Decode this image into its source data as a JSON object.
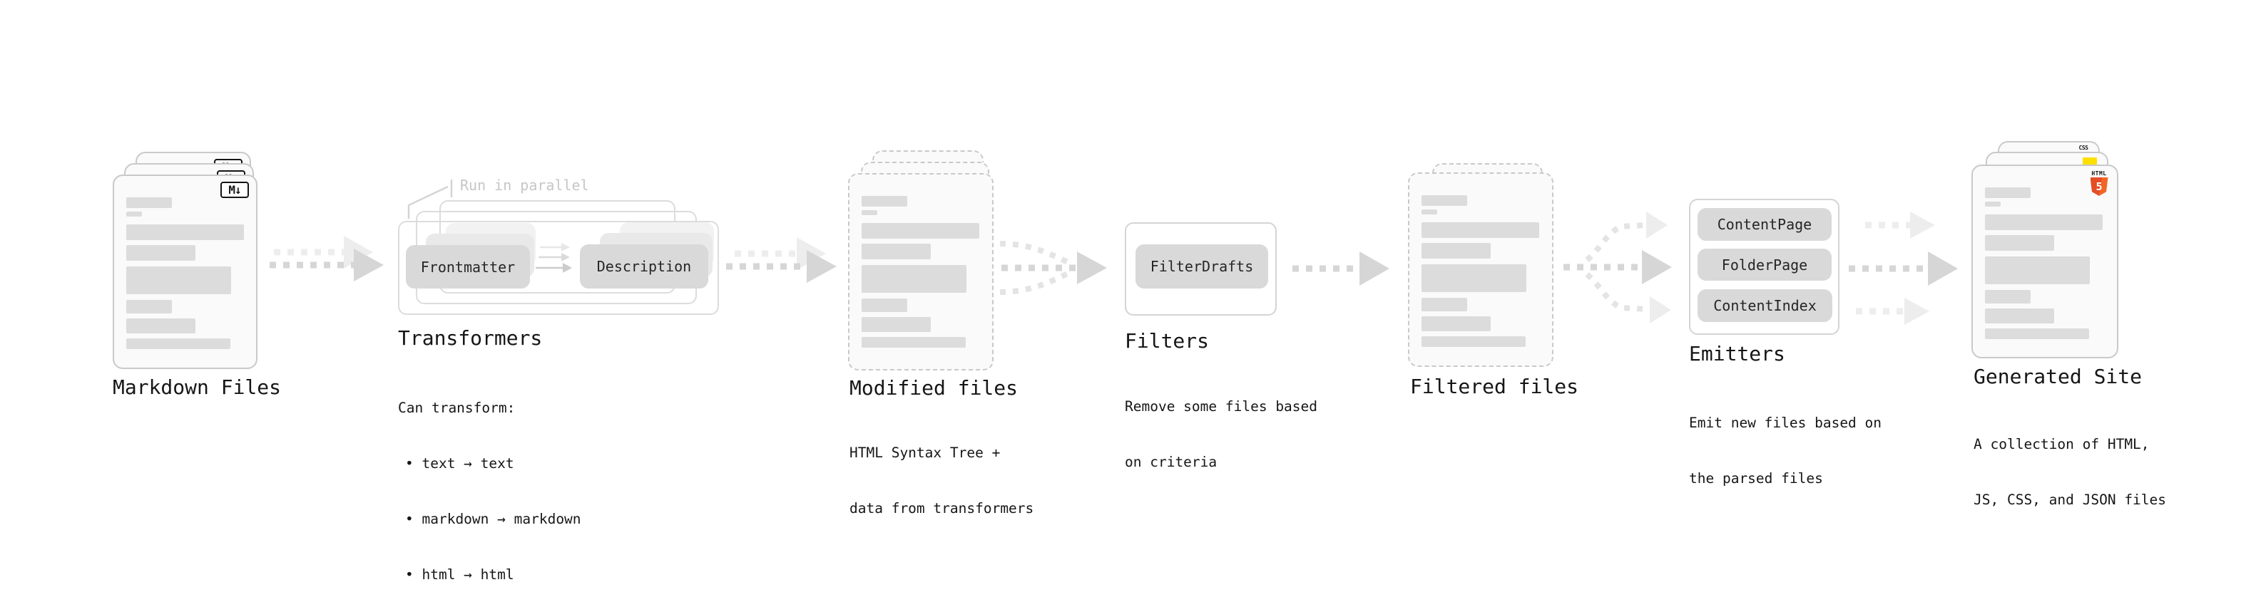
{
  "diagram": {
    "stages": {
      "markdown_files": {
        "caption": "Markdown Files",
        "icon_label": "M↓"
      },
      "transformers": {
        "caption": "Transformers",
        "note": "Run in parallel",
        "chips": [
          "Frontmatter",
          "Description"
        ],
        "details": [
          "Can transform:",
          "• text → text",
          "• markdown → markdown",
          "• html → html"
        ]
      },
      "modified_files": {
        "caption": "Modified files",
        "details": [
          "HTML Syntax Tree +",
          "data from transformers"
        ]
      },
      "filters": {
        "caption": "Filters",
        "chips": [
          "FilterDrafts"
        ],
        "details": [
          "Remove some files based",
          "on criteria"
        ]
      },
      "filtered_files": {
        "caption": "Filtered files"
      },
      "emitters": {
        "caption": "Emitters",
        "chips": [
          "ContentPage",
          "FolderPage",
          "ContentIndex"
        ],
        "details": [
          "Emit new files based on",
          "the parsed files"
        ]
      },
      "generated_site": {
        "caption": "Generated Site",
        "details": [
          "A collection of HTML,",
          "JS, CSS, and JSON files"
        ],
        "badges": {
          "html_word": "HTML",
          "html_number": "5",
          "css_label": "CSS"
        }
      }
    },
    "colors": {
      "card_fill": "#fafafa",
      "card_border": "#c9c9c9",
      "frame_border": "#dcdcdc",
      "bar_fill": "#dcdcdc",
      "chip_fill": "#d9d9d9",
      "echo_mid": "#e9e9e9",
      "echo_back": "#f2f2f2",
      "arrow_dark": "#d6d6d6",
      "arrow_mid": "#e4e4e4",
      "arrow_light": "#ededed",
      "text": "#161616",
      "note_text": "#c6c6c6",
      "icon_ink": "#151515",
      "html5_orange": "#e44d26",
      "js_yellow": "#ffdf00",
      "css_blue": "#2b62f0"
    }
  }
}
